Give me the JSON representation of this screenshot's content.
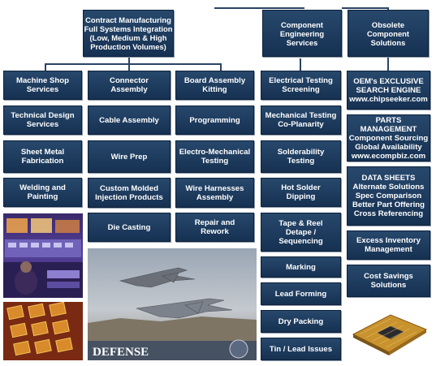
{
  "top": {
    "contract": "Contract Manufacturing\nFull Systems Integration\n(Low, Medium & High\nProduction Volumes)",
    "component": "Component\nEngineering\nServices",
    "obsolete": "Obsolete\nComponent\nSolutions"
  },
  "columns": [
    [
      "Machine Shop\nServices",
      "Technical Design\nServices",
      "Sheet Metal\nFabrication",
      "Welding and\nPainting"
    ],
    [
      "Connector\nAssembly",
      "Cable Assembly",
      "Wire Prep",
      "Custom Molded\nInjection Products",
      "Die Casting"
    ],
    [
      "Board Assembly\nKitting",
      "Programming",
      "Electro-Mechanical\nTesting",
      "Wire Harnesses\nAssembly",
      "Repair and\nRework"
    ],
    [
      "Electrical Testing\nScreening",
      "Mechanical Testing\nCo-Planarity",
      "Solderability\nTesting",
      "Hot Solder\nDipping",
      "Tape & Reel\nDetape /\nSequencing",
      "Marking",
      "Lead Forming",
      "Dry Packing",
      "Tin / Lead Issues"
    ],
    [
      "OEM's EXCLUSIVE\nSEARCH ENGINE\nwww.chipseeker.com",
      "PARTS MANAGEMENT\nComponent Sourcing\nGlobal Availability\nwww.ecompbiz.com",
      "DATA SHEETS\nAlternate Solutions\nSpec Comparison\nBetter Part Offering\nCross Referencing",
      "Excess Inventory\nManagement",
      "Cost Savings\nSolutions"
    ]
  ],
  "photos": {
    "defense_caption": "DEFENSE"
  },
  "colors": {
    "box_fill": "#1f3d60",
    "connector": "#2a4468",
    "text": "#ffffff"
  }
}
